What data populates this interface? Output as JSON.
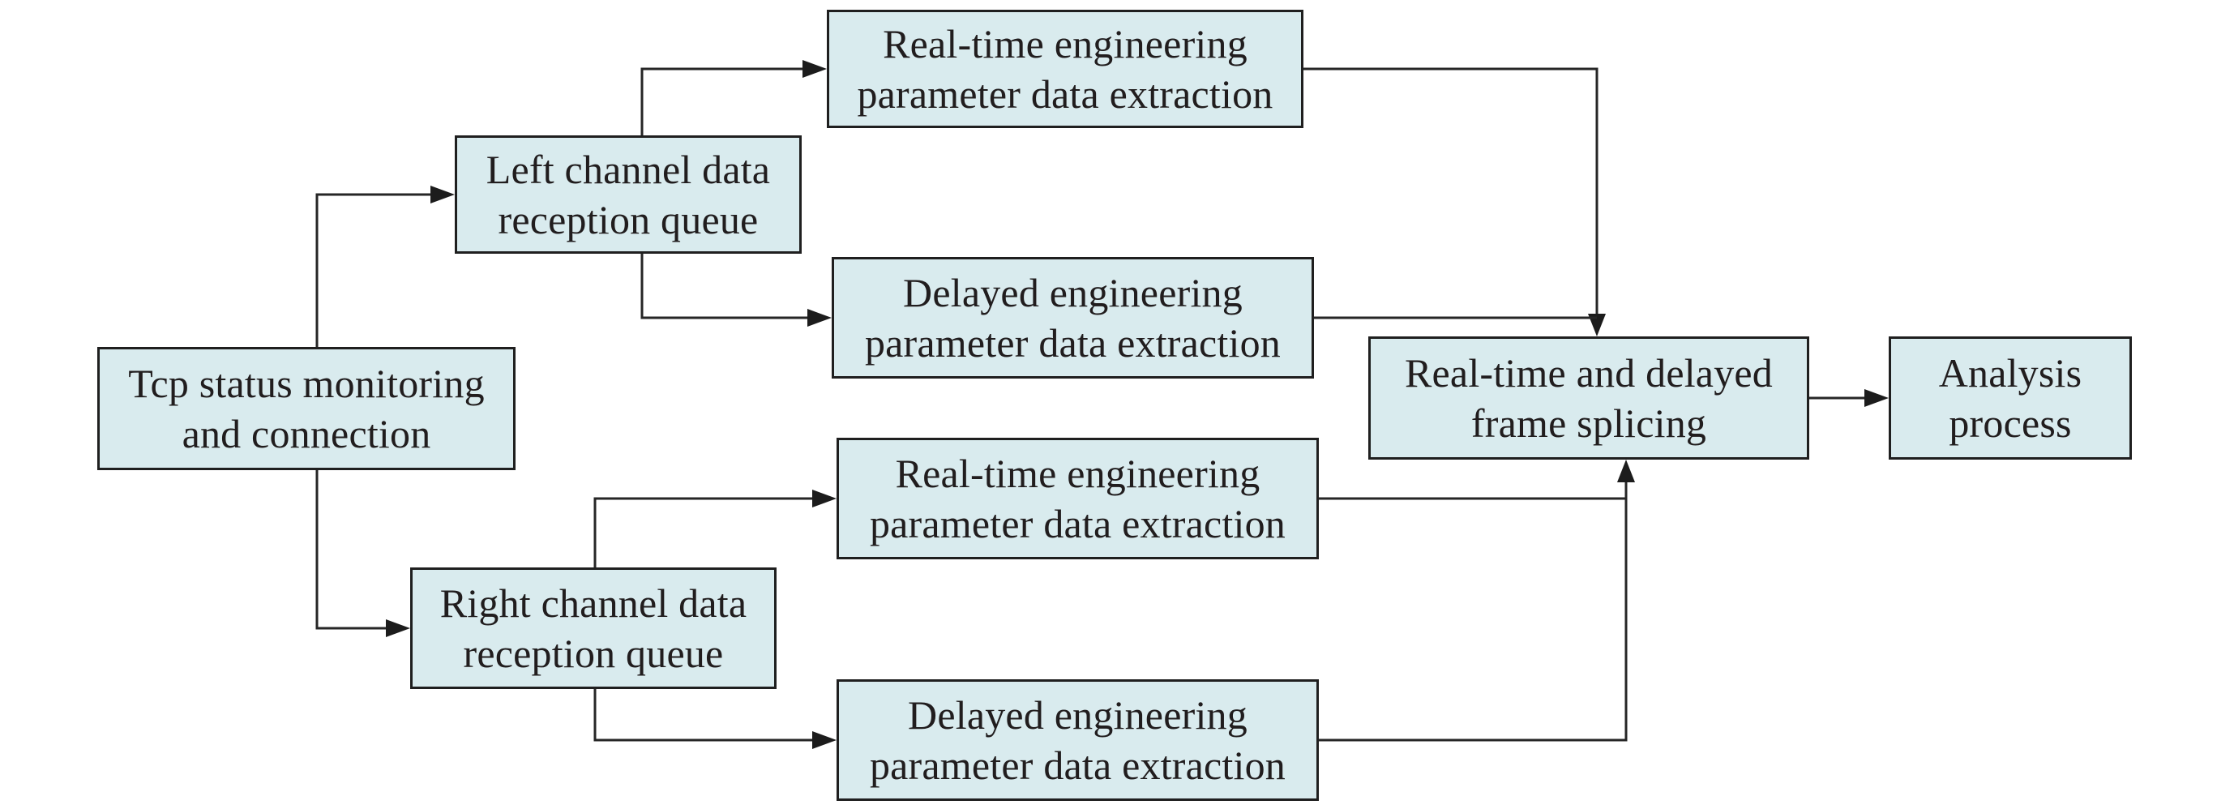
{
  "diagram": {
    "type": "flowchart",
    "background": "#ffffff",
    "colors": {
      "node_fill": "#d9ebee",
      "node_border": "#1f1f1f",
      "connector": "#262626",
      "text": "#211d1e"
    },
    "nodes": [
      {
        "id": "tcp-status",
        "label": "Tcp status monitoring\nand connection"
      },
      {
        "id": "left-channel-queue",
        "label": "Left channel data\nreception queue"
      },
      {
        "id": "realtime-extract-left",
        "label": "Real-time engineering\nparameter data extraction"
      },
      {
        "id": "delayed-extract-left",
        "label": "Delayed engineering\nparameter data extraction"
      },
      {
        "id": "right-channel-queue",
        "label": "Right channel data\nreception queue"
      },
      {
        "id": "realtime-extract-right",
        "label": "Real-time engineering\nparameter data extraction"
      },
      {
        "id": "delayed-extract-right",
        "label": "Delayed engineering\nparameter data extraction"
      },
      {
        "id": "frame-splicing",
        "label": "Real-time and delayed\nframe splicing"
      },
      {
        "id": "analysis-process",
        "label": "Analysis\nprocess"
      }
    ],
    "edges": [
      {
        "from": "tcp-status",
        "to": "left-channel-queue"
      },
      {
        "from": "tcp-status",
        "to": "right-channel-queue"
      },
      {
        "from": "left-channel-queue",
        "to": "realtime-extract-left"
      },
      {
        "from": "left-channel-queue",
        "to": "delayed-extract-left"
      },
      {
        "from": "right-channel-queue",
        "to": "realtime-extract-right"
      },
      {
        "from": "right-channel-queue",
        "to": "delayed-extract-right"
      },
      {
        "from": "realtime-extract-left",
        "to": "frame-splicing"
      },
      {
        "from": "delayed-extract-left",
        "to": "frame-splicing"
      },
      {
        "from": "realtime-extract-right",
        "to": "frame-splicing"
      },
      {
        "from": "delayed-extract-right",
        "to": "frame-splicing"
      },
      {
        "from": "frame-splicing",
        "to": "analysis-process"
      }
    ]
  }
}
